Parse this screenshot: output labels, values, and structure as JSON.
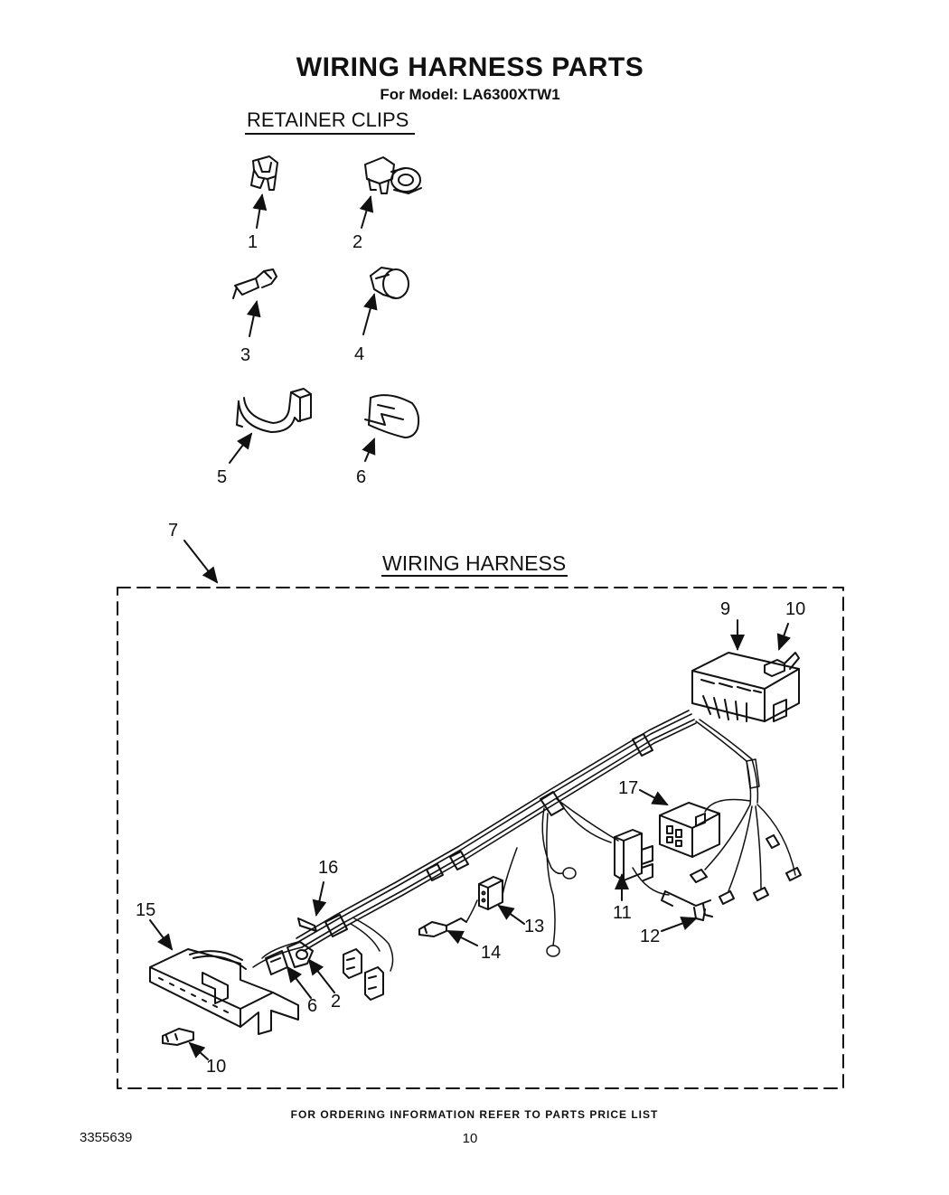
{
  "page": {
    "title": "WIRING HARNESS PARTS",
    "model_line": "For Model: LA6300XTW1",
    "retainer_clips_heading": "RETAINER CLIPS",
    "wiring_harness_heading": "WIRING HARNESS",
    "footer_note": "FOR ORDERING INFORMATION REFER TO PARTS PRICE LIST",
    "document_number": "3355639",
    "page_number": "10"
  },
  "clip_labels": {
    "c1": "1",
    "c2": "2",
    "c3": "3",
    "c4": "4",
    "c5": "5",
    "c6": "6"
  },
  "harness_labels": {
    "h7": "7",
    "h9": "9",
    "h10_top": "10",
    "h17": "17",
    "h11": "11",
    "h12": "12",
    "h13": "13",
    "h14": "14",
    "h16": "16",
    "h15": "15",
    "h6": "6",
    "h2": "2",
    "h10_bottom": "10"
  }
}
